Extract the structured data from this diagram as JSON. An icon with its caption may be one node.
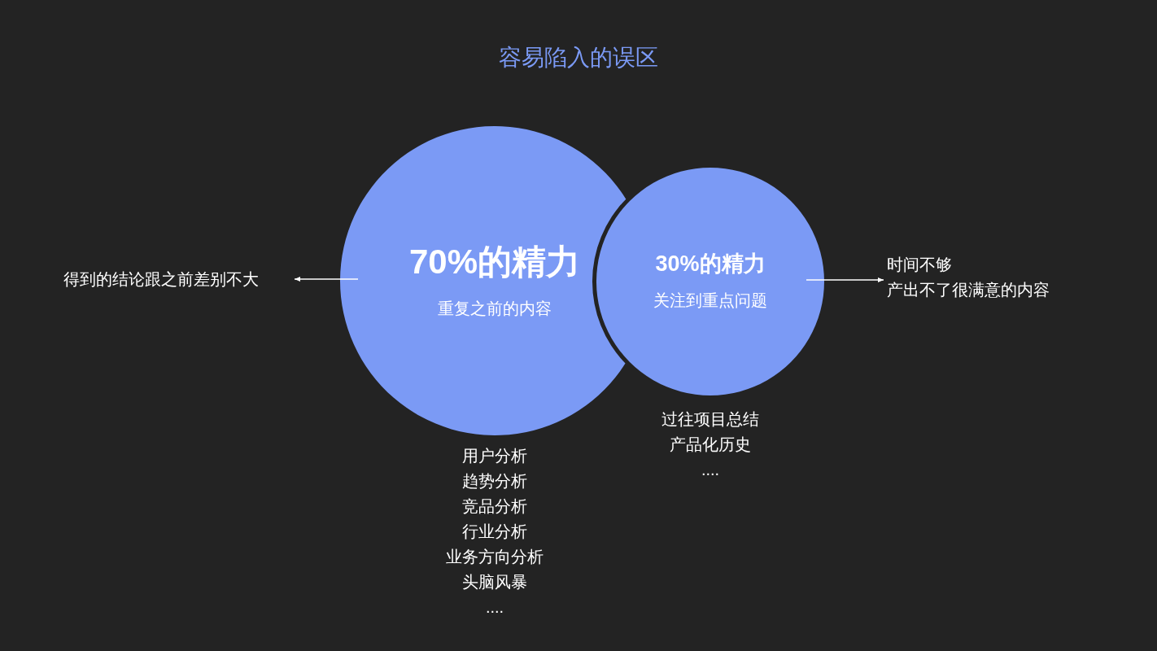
{
  "diagram": {
    "title": "容易陷入的误区",
    "nodes": [
      {
        "text": [
          "70%的精力",
          "重复之前的内容"
        ],
        "beside": [
          "用户分析",
          "趋势分析",
          "竞品分析",
          "行业分析",
          "业务方向分析",
          "头脑风暴",
          "...."
        ]
      },
      {
        "text": [
          "30%的精力",
          "关注到重点问题"
        ],
        "beside": [
          "过往项目总结",
          "产品化历史",
          "...."
        ]
      },
      {
        "text": [
          "得到的结论跟之前差别不大"
        ]
      },
      {
        "text": [
          "时间不够",
          "产出不了很满意的内容"
        ]
      }
    ],
    "edges": [
      {
        "from": 0,
        "to": 2,
        "arrow": "to"
      },
      {
        "from": 1,
        "to": 3,
        "arrow": "to"
      }
    ]
  }
}
